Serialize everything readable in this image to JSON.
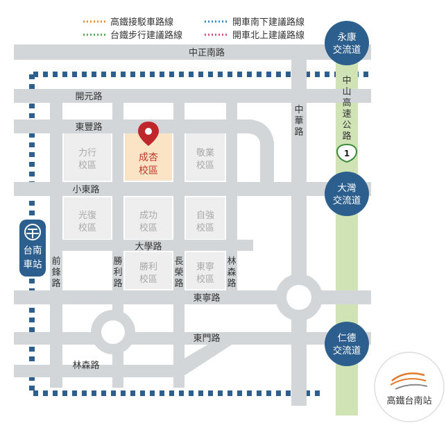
{
  "legend": {
    "items": [
      {
        "label": "高鐵接駁車路線",
        "color": "#e88a2c"
      },
      {
        "label": "台鐵步行建議路線",
        "color": "#4aa84a"
      },
      {
        "label": "開車南下建議路線",
        "color": "#2a8ac2"
      },
      {
        "label": "開車北上建議路線",
        "color": "#d8467a"
      }
    ]
  },
  "roads": {
    "zhongzheng": "中正南路",
    "kaiyuan": "開元路",
    "dongfeng": "東豐路",
    "xiaodong": "小東路",
    "daxue": "大學路",
    "dongning": "東寧路",
    "dongmen": "東門路",
    "linsen": "林森路",
    "qianfeng": [
      "前",
      "鋒",
      "路"
    ],
    "shengli": [
      "勝",
      "利",
      "路"
    ],
    "changrong": [
      "長",
      "榮",
      "路"
    ],
    "linsen_v": [
      "林",
      "森",
      "路"
    ],
    "zhonghua": [
      "中",
      "華",
      "路"
    ],
    "freeway": [
      "中",
      "山",
      "高",
      "速",
      "公",
      "路"
    ],
    "freeway_no": "1"
  },
  "campuses": {
    "lixing": [
      "力行",
      "校區"
    ],
    "chengxing": [
      "成杏",
      "校區"
    ],
    "jingye": [
      "敬業",
      "校區"
    ],
    "guangfu": [
      "光復",
      "校區"
    ],
    "chenggong": [
      "成功",
      "校區"
    ],
    "ziqiang": [
      "自強",
      "校區"
    ],
    "shengli": [
      "勝利",
      "校區"
    ],
    "dongning": [
      "東寧",
      "校區"
    ]
  },
  "interchanges": {
    "yongkang": [
      "永康",
      "交流道"
    ],
    "dawan": [
      "大灣",
      "交流道"
    ],
    "rende": [
      "仁德",
      "交流道"
    ]
  },
  "stations": {
    "tainan": [
      "台南",
      "車站"
    ],
    "hsr": "高鐵台南站"
  },
  "colors": {
    "road": "#d3d6d8",
    "block": "#eeeeee",
    "highlight": "#fbe3c6",
    "highlight_text": "#c0392b",
    "pin": "#c0272d",
    "route_dark": "#2c5f8e",
    "interchange": "#2c5f8e",
    "station": "#2c5f8e",
    "freeway_green": "#cfe3b4"
  },
  "icons": {
    "pin": "map-pin-icon",
    "rail": "taiwan-railway-logo-icon",
    "hsr": "high-speed-rail-logo-icon",
    "shield": "freeway-shield-icon"
  }
}
